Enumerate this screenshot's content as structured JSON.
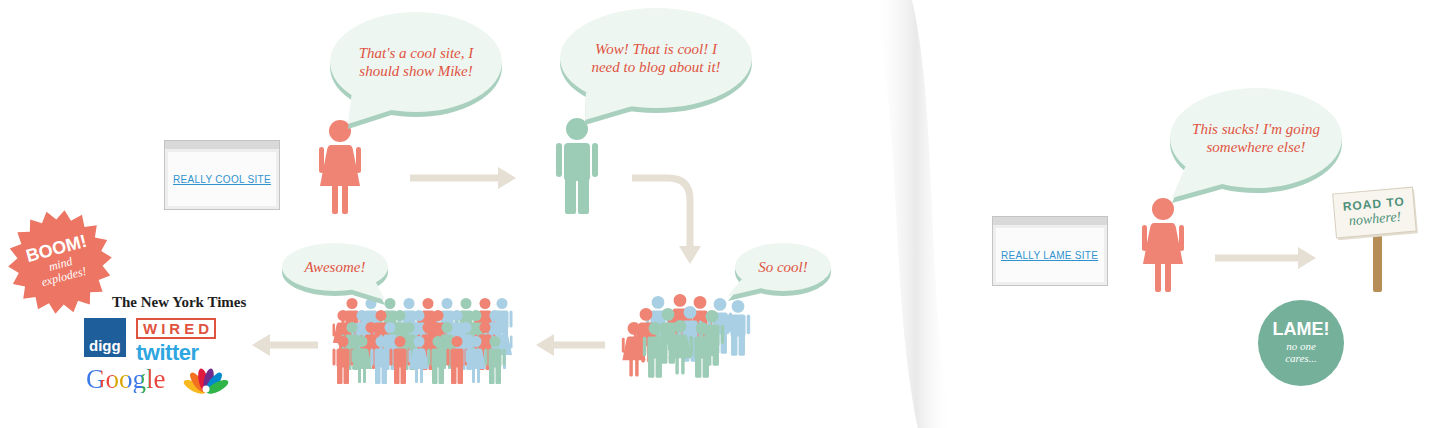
{
  "diagram": {
    "nodes": [
      {
        "text": [
          "REALLY COOL SITE"
        ]
      },
      {
        "text": [
          "That's a cool site, I should show Mike!"
        ]
      },
      {
        "text": [
          "Wow! That is cool! I need to blog about it!"
        ]
      },
      {
        "text": [
          "So cool!"
        ]
      },
      {
        "text": [
          "Awesome!"
        ]
      },
      {
        "text": [
          "BOOM!",
          "mind explodes!"
        ]
      },
      {
        "text": [
          "REALLY LAME SITE"
        ]
      },
      {
        "text": [
          "This sucks! I'm going somewhere else!"
        ]
      },
      {
        "text": [
          "ROAD TO",
          "nowhere!"
        ]
      },
      {
        "text": [
          "LAME!",
          "no one cares..."
        ]
      }
    ],
    "labels": [
      "The New York Times",
      "digg",
      "WIRED",
      "twitter",
      "Google"
    ]
  }
}
